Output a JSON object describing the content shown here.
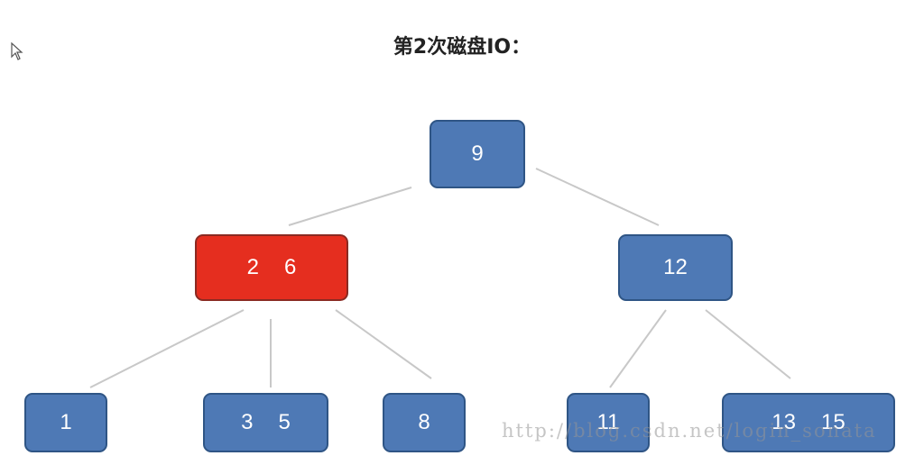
{
  "title": "第2次磁盘IO：",
  "colors": {
    "node_blue": "#4e79b5",
    "node_highlight": "#e52e1f",
    "edge": "#c8c8c8"
  },
  "tree": {
    "root": {
      "keys": [
        "9"
      ],
      "highlighted": false
    },
    "level2": [
      {
        "keys": [
          "2",
          "6"
        ],
        "highlighted": true
      },
      {
        "keys": [
          "12"
        ],
        "highlighted": false
      }
    ],
    "leaves": [
      {
        "keys": [
          "1"
        ],
        "highlighted": false
      },
      {
        "keys": [
          "3",
          "5"
        ],
        "highlighted": false
      },
      {
        "keys": [
          "8"
        ],
        "highlighted": false
      },
      {
        "keys": [
          "11"
        ],
        "highlighted": false
      },
      {
        "keys": [
          "13",
          "15"
        ],
        "highlighted": false
      }
    ]
  },
  "watermark": "http://blog.csdn.net/login_sonata"
}
